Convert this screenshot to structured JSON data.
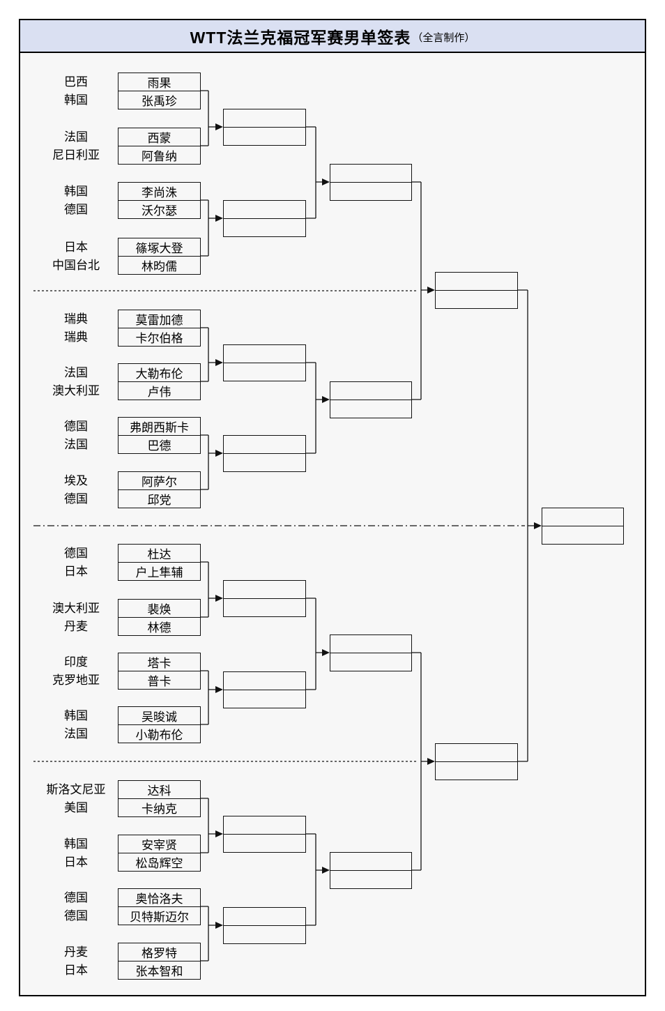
{
  "title": {
    "main": "WTT法兰克福冠军赛男单签表",
    "suffix": "（全言制作）"
  },
  "colors": {
    "titlebar_bg": "#dae0f2",
    "frame_border": "#000000",
    "line_color": "#111111",
    "page_bg": "#f7f7f7"
  },
  "bracket": {
    "quarters": [
      {
        "matches": [
          {
            "players": [
              {
                "country": "巴西",
                "name": "雨果"
              },
              {
                "country": "韩国",
                "name": "张禹珍"
              }
            ]
          },
          {
            "players": [
              {
                "country": "法国",
                "name": "西蒙"
              },
              {
                "country": "尼日利亚",
                "name": "阿鲁纳"
              }
            ]
          },
          {
            "players": [
              {
                "country": "韩国",
                "name": "李尚洙"
              },
              {
                "country": "德国",
                "name": "沃尔瑟"
              }
            ]
          },
          {
            "players": [
              {
                "country": "日本",
                "name": "篠塚大登"
              },
              {
                "country": "中国台北",
                "name": "林昀儒"
              }
            ]
          }
        ]
      },
      {
        "matches": [
          {
            "players": [
              {
                "country": "瑞典",
                "name": "莫雷加德"
              },
              {
                "country": "瑞典",
                "name": "卡尔伯格"
              }
            ]
          },
          {
            "players": [
              {
                "country": "法国",
                "name": "大勒布伦"
              },
              {
                "country": "澳大利亚",
                "name": "卢伟"
              }
            ]
          },
          {
            "players": [
              {
                "country": "德国",
                "name": "弗朗西斯卡"
              },
              {
                "country": "法国",
                "name": "巴德"
              }
            ]
          },
          {
            "players": [
              {
                "country": "埃及",
                "name": "阿萨尔"
              },
              {
                "country": "德国",
                "name": "邱党"
              }
            ]
          }
        ]
      },
      {
        "matches": [
          {
            "players": [
              {
                "country": "德国",
                "name": "杜达"
              },
              {
                "country": "日本",
                "name": "户上隼辅"
              }
            ]
          },
          {
            "players": [
              {
                "country": "澳大利亚",
                "name": "裴焕"
              },
              {
                "country": "丹麦",
                "name": "林德"
              }
            ]
          },
          {
            "players": [
              {
                "country": "印度",
                "name": "塔卡"
              },
              {
                "country": "克罗地亚",
                "name": "普卡"
              }
            ]
          },
          {
            "players": [
              {
                "country": "韩国",
                "name": "吴晙诚"
              },
              {
                "country": "法国",
                "name": "小勒布伦"
              }
            ]
          }
        ]
      },
      {
        "matches": [
          {
            "players": [
              {
                "country": "斯洛文尼亚",
                "name": "达科"
              },
              {
                "country": "美国",
                "name": "卡纳克"
              }
            ]
          },
          {
            "players": [
              {
                "country": "韩国",
                "name": "安宰贤"
              },
              {
                "country": "日本",
                "name": "松岛辉空"
              }
            ]
          },
          {
            "players": [
              {
                "country": "德国",
                "name": "奥恰洛夫"
              },
              {
                "country": "德国",
                "name": "贝特斯迈尔"
              }
            ]
          },
          {
            "players": [
              {
                "country": "丹麦",
                "name": "格罗特"
              },
              {
                "country": "日本",
                "name": "张本智和"
              }
            ]
          }
        ]
      }
    ]
  }
}
